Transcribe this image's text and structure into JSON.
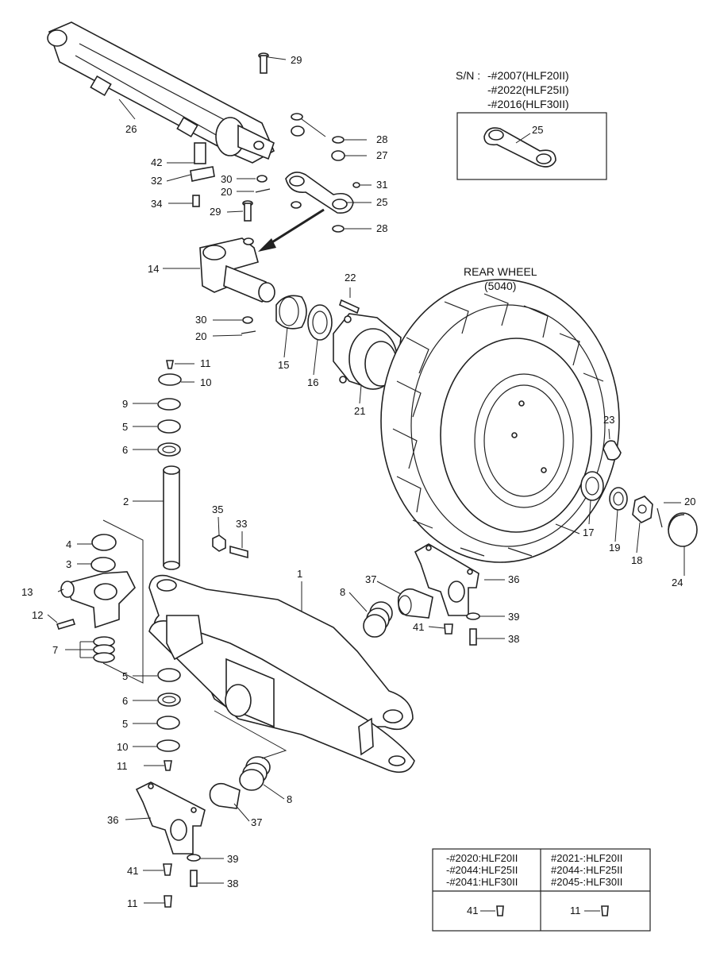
{
  "serial_note": {
    "prefix": "S/N :",
    "lines": [
      "-#2007(HLF20II)",
      "-#2022(HLF25II)",
      "-#2016(HLF30II)"
    ],
    "inset_part": "25"
  },
  "wheel_label": {
    "title": "REAR WHEEL",
    "code": "(5040)"
  },
  "callouts": {
    "c29a": "29",
    "c26": "26",
    "c28a": "28",
    "c27": "27",
    "c42": "42",
    "c32": "32",
    "c30a": "30",
    "c31": "31",
    "c20a": "20",
    "c25": "25",
    "c34": "34",
    "c29b": "29",
    "c28b": "28",
    "c14": "14",
    "c22": "22",
    "c30b": "30",
    "c20b": "20",
    "c15": "15",
    "c16": "16",
    "c21": "21",
    "c11a": "11",
    "c10a": "10",
    "c9": "9",
    "c5a": "5",
    "c6a": "6",
    "c23": "23",
    "c2": "2",
    "c35": "35",
    "c33": "33",
    "c20c": "20",
    "c17": "17",
    "c19": "19",
    "c18": "18",
    "c24": "24",
    "c4": "4",
    "c1": "1",
    "c3": "3",
    "c13": "13",
    "c37a": "37",
    "c36a": "36",
    "c8a": "8",
    "c12": "12",
    "c41a": "41",
    "c39a": "39",
    "c38a": "38",
    "c7": "7",
    "c5b": "5",
    "c6b": "6",
    "c5c": "5",
    "c10b": "10",
    "c11b": "11",
    "c8b": "8",
    "c36b": "36",
    "c37b": "37",
    "c41b": "41",
    "c39b": "39",
    "c38b": "38",
    "c11c": "11"
  },
  "serial_table": {
    "left_header": [
      "-#2020:HLF20II",
      "-#2044:HLF25II",
      "-#2041:HLF30II"
    ],
    "right_header": [
      "#2021-:HLF20II",
      "#2044-:HLF25II",
      "#2045-:HLF30II"
    ],
    "left_part": "41",
    "right_part": "11"
  }
}
